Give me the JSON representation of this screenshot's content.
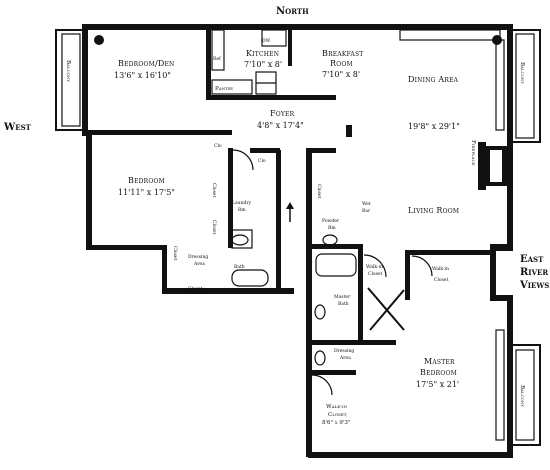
{
  "compass": {
    "north": "North",
    "west": "West",
    "east_line1": "East",
    "east_line2": "River",
    "east_line3": "Views"
  },
  "rooms": {
    "bedroom_den": {
      "name": "Bedroom/Den",
      "dims": "13'6\" x 16'10\""
    },
    "kitchen": {
      "name": "Kitchen",
      "dims": "7'10\" x 8'"
    },
    "breakfast": {
      "name_line1": "Breakfast",
      "name_line2": "Room",
      "dims": "7'10\" x 8'"
    },
    "dining": {
      "name": "Dining Area"
    },
    "foyer": {
      "name": "Foyer",
      "dims": "4'8\" x 17'4\""
    },
    "living_dims": {
      "dims": "19'8\" x 29'1\""
    },
    "living": {
      "name": "Living Room"
    },
    "bedroom": {
      "name": "Bedroom",
      "dims": "11'11\" x 17'5\""
    },
    "master_bedroom": {
      "name_line1": "Master",
      "name_line2": "Bedroom",
      "dims": "17'5\" x 21'"
    },
    "walkin_closet_large": {
      "name_line1": "Walk-in",
      "name_line2": "Closet",
      "dims": "8'6\" x 9'3\""
    }
  },
  "small_labels": {
    "pantry": "Pantry",
    "fireplace": "Fireplace",
    "balcony": "Balcony",
    "clo": "Clo",
    "closet": "Closet",
    "laundry_line1": "Laundry",
    "laundry_line2": "Rm",
    "bath": "Bath",
    "dressing_line1": "Dressing",
    "dressing_line2": "Area",
    "powder_line1": "Powder",
    "powder_line2": "Rm",
    "wet_line1": "Wet",
    "wet_line2": "Bar",
    "walkin_line1": "Walk-in",
    "walkin_line2": "Closet",
    "master_bath_line1": "Master",
    "master_bath_line2": "Bath",
    "ref": "Ref",
    "dw": "DW"
  }
}
